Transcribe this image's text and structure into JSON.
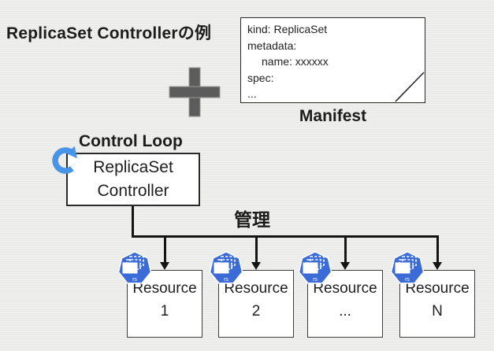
{
  "title": "ReplicaSet Controllerの例",
  "plus_icon": {
    "color": "#5c5c5c",
    "edge": "#9a9a9a"
  },
  "manifest": {
    "line1": "kind: ReplicaSet",
    "line2": "metadata:",
    "line3": "name: xxxxxx",
    "line4": "spec:",
    "line5": "...",
    "caption": "Manifest"
  },
  "controller": {
    "label_above": "Control Loop",
    "line1": "ReplicaSet",
    "line2": "Controller",
    "loop_icon_color": "#4794e8"
  },
  "manage_label": "管理",
  "resources": [
    {
      "line1": "Resource",
      "line2": "1"
    },
    {
      "line1": "Resource",
      "line2": "2"
    },
    {
      "line1": "Resource",
      "line2": "..."
    },
    {
      "line1": "Resource",
      "line2": "N"
    }
  ],
  "rs_icon": {
    "label": "rs",
    "color": "#3b6bd6"
  },
  "line_color": "#141414"
}
